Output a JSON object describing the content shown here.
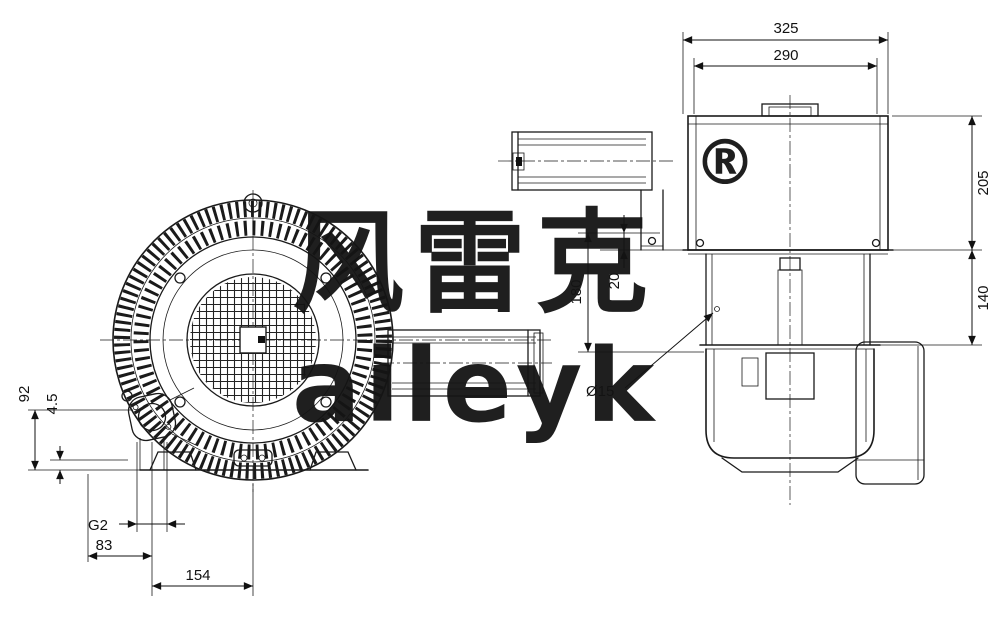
{
  "watermark": {
    "brand_cn": "风雷克",
    "registered": "®",
    "brand_en": "aileyk"
  },
  "front_view": {
    "dim_92": "92",
    "dim_4_5": "4.5",
    "dim_g2": "G2",
    "dim_83": "83",
    "dim_154": "154"
  },
  "side_view": {
    "dim_325": "325",
    "dim_290": "290",
    "dim_205": "205",
    "dim_140": "140",
    "dim_180": "180",
    "dim_20": "20",
    "dim_hole": "Ø15"
  }
}
